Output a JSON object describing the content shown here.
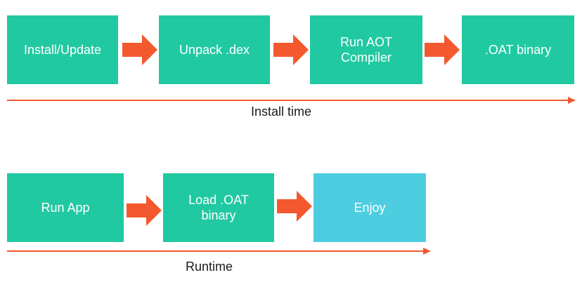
{
  "colors": {
    "box_green": "#21c9a2",
    "box_cyan": "#4ecde1",
    "arrow": "#f4582e",
    "text_on_box": "#ffffff"
  },
  "install_flow": {
    "steps": [
      {
        "label": "Install/Update"
      },
      {
        "label": "Unpack .dex"
      },
      {
        "label": "Run AOT\nCompiler"
      },
      {
        "label": ".OAT binary"
      }
    ],
    "timeline_label": "Install time"
  },
  "runtime_flow": {
    "steps": [
      {
        "label": "Run App"
      },
      {
        "label": "Load .OAT\nbinary"
      },
      {
        "label": "Enjoy"
      }
    ],
    "timeline_label": "Runtime"
  }
}
